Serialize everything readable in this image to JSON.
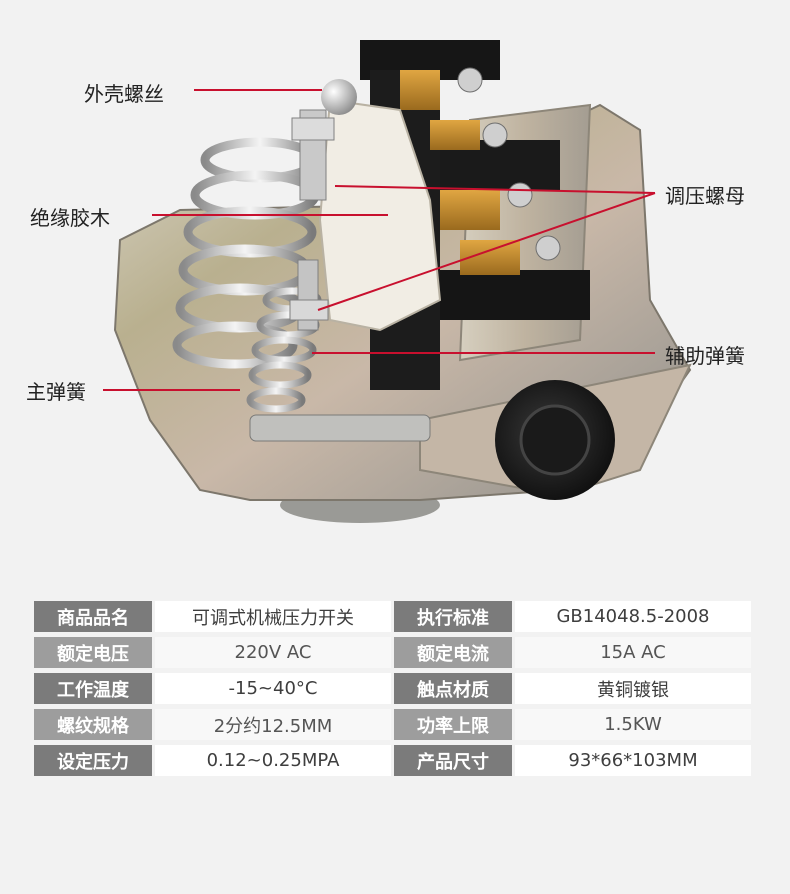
{
  "callouts": {
    "shell_screw": "外壳螺丝",
    "insulating_bakelite": "绝缘胶木",
    "adjusting_nut": "调压螺母",
    "auxiliary_spring": "辅助弹簧",
    "main_spring": "主弹簧"
  },
  "colors": {
    "callout_line": "#c8102e",
    "table_key_bg": "#7b7b7b",
    "table_val_bg": "#ffffff"
  },
  "specs": [
    {
      "key1": "商品品名",
      "val1": "可调式机械压力开关",
      "key2": "执行标准",
      "val2": "GB14048.5-2008"
    },
    {
      "key1": "额定电压",
      "val1": "220V AC",
      "key2": "额定电流",
      "val2": "15A AC"
    },
    {
      "key1": "工作温度",
      "val1": "-15~40°C",
      "key2": "触点材质",
      "val2": "黄铜镀银"
    },
    {
      "key1": "螺纹规格",
      "val1": "2分约12.5MM",
      "key2": "功率上限",
      "val2": "1.5KW"
    },
    {
      "key1": "设定压力",
      "val1": "0.12~0.25MPA",
      "key2": "产品尺寸",
      "val2": "93*66*103MM"
    }
  ]
}
